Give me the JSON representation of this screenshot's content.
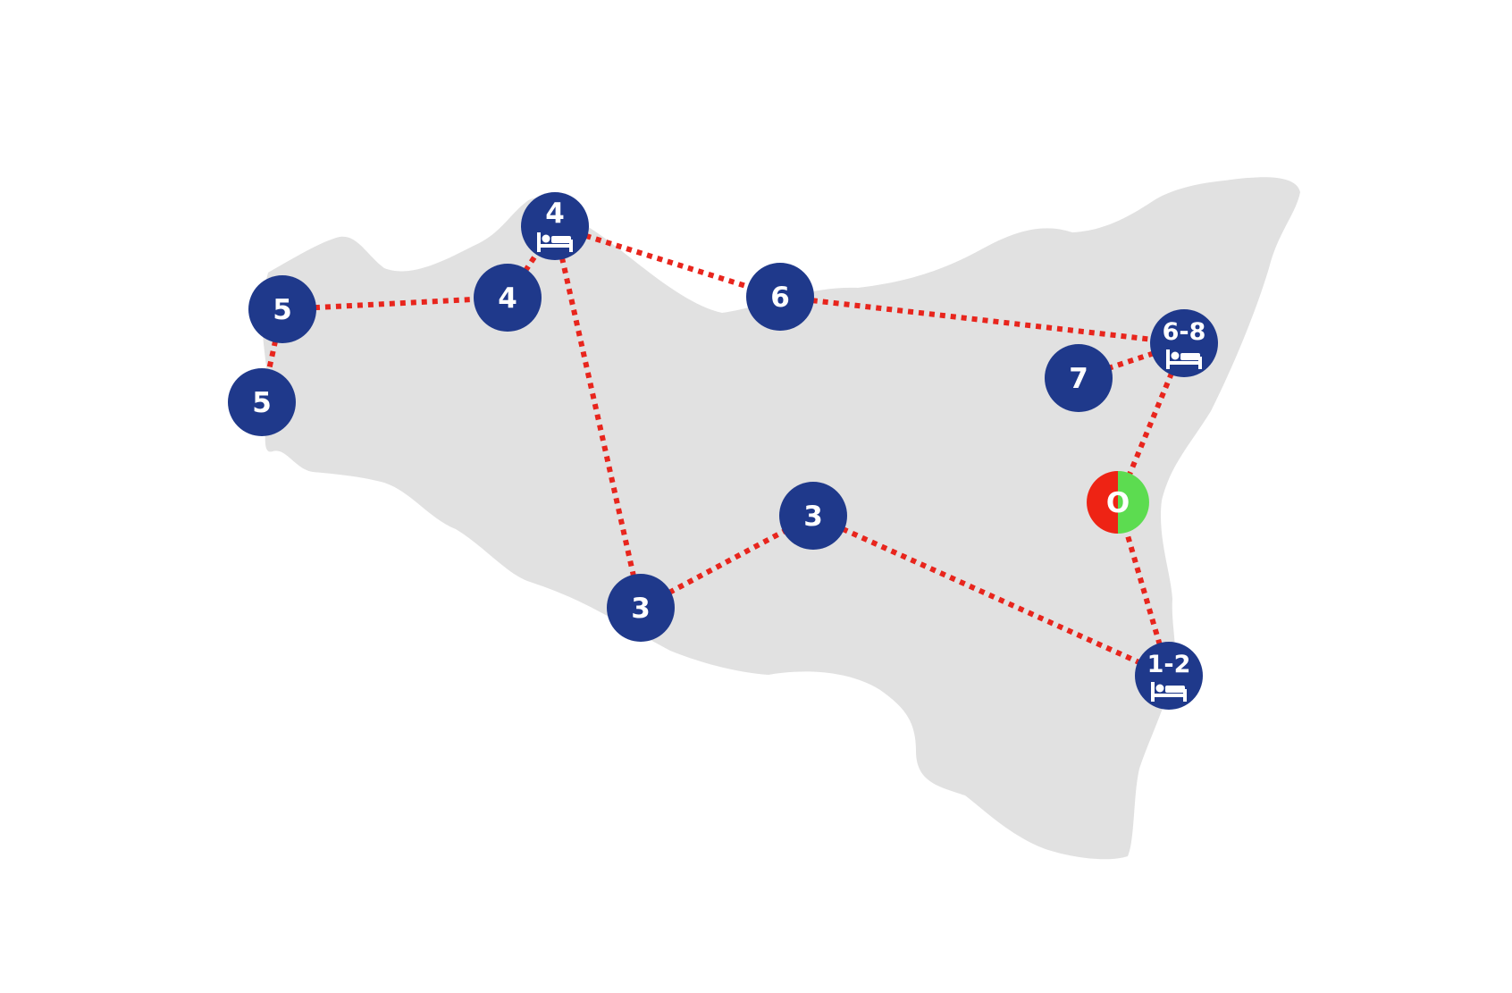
{
  "colors": {
    "land": "#e1e1e1",
    "route": "#e8251d",
    "stop": "#1f398b",
    "stop_text": "#ffffff",
    "origin_left": "#ee2314",
    "origin_right": "#5cdc50",
    "background": "#ffffff"
  },
  "stops": [
    {
      "id": "s1",
      "label": "4",
      "lodging": true
    },
    {
      "id": "s2",
      "label": "5",
      "lodging": false
    },
    {
      "id": "s3",
      "label": "5",
      "lodging": false
    },
    {
      "id": "s4",
      "label": "4",
      "lodging": false
    },
    {
      "id": "s5",
      "label": "6",
      "lodging": false
    },
    {
      "id": "s6",
      "label": "6-8",
      "lodging": true
    },
    {
      "id": "s7",
      "label": "7",
      "lodging": false
    },
    {
      "id": "s8",
      "label": "3",
      "lodging": false
    },
    {
      "id": "s9",
      "label": "3",
      "lodging": false
    },
    {
      "id": "s10",
      "label": "1-2",
      "lodging": true
    }
  ],
  "origin": {
    "id": "origin",
    "label": "O"
  },
  "lodging_icon": "bed-icon"
}
